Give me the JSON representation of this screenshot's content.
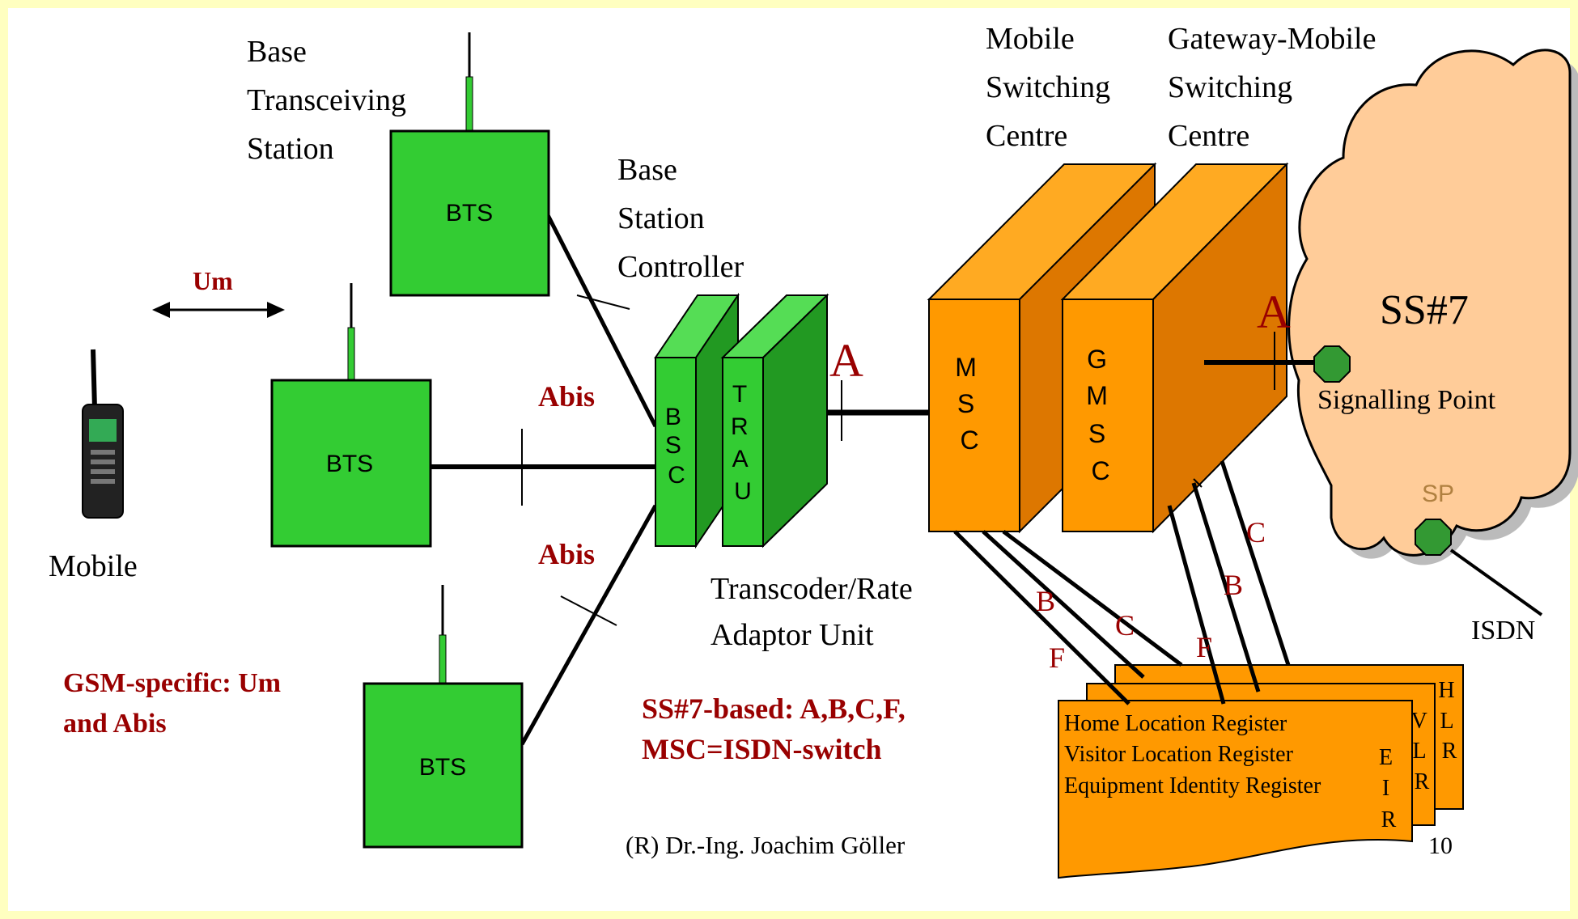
{
  "labels": {
    "bts_title_1": "Base",
    "bts_title_2": "Transceiving",
    "bts_title_3": "Station",
    "bsc_title_1": "Base",
    "bsc_title_2": "Station",
    "bsc_title_3": "Controller",
    "msc_title_1": "Mobile",
    "msc_title_2": "Switching",
    "msc_title_3": "Centre",
    "gmsc_title_1": "Gateway-Mobile",
    "gmsc_title_2": "Switching",
    "gmsc_title_3": "Centre",
    "bts": "BTS",
    "mobile": "Mobile",
    "um": "Um",
    "abis": "Abis",
    "a": "A",
    "b": "B",
    "c": "C",
    "f": "F",
    "bsc_v": [
      "B",
      "S",
      "C"
    ],
    "trau_v": [
      "T",
      "R",
      "A",
      "U"
    ],
    "msc_v": [
      "M",
      "S",
      "C"
    ],
    "gmsc_v": [
      "G",
      "M",
      "S",
      "C"
    ],
    "trau_caption_1": "Transcoder/Rate",
    "trau_caption_2": "Adaptor Unit",
    "gsm_note_1": "GSM-specific: Um",
    "gsm_note_2": "and Abis",
    "ss7_note_1": "SS#7-based: A,B,C,F,",
    "ss7_note_2": "MSC=ISDN-switch",
    "copyright": "(R) Dr.-Ing. Joachim Göller",
    "ss7": "SS#7",
    "signalling_point": "Signalling Point",
    "sp": "SP",
    "isdn": "ISDN",
    "hlr": "Home Location Register",
    "vlr": "Visitor Location Register",
    "eir": "Equipment Identity Register",
    "hlr_v": [
      "H",
      "L",
      "R"
    ],
    "vlr_v": [
      "V",
      "L",
      "R"
    ],
    "eir_v": [
      "E",
      "I",
      "R"
    ],
    "page_number": "10"
  },
  "colors": {
    "background_border": "#ffffc0",
    "bts_green": "#33cc33",
    "bsc_green_front": "#33cc33",
    "bsc_green_side": "#229922",
    "orange_front": "#ff9900",
    "orange_side": "#dd7700",
    "cloud": "#ffcc99",
    "cloud_shadow": "#cccccc",
    "accent_red": "#990000",
    "octagon": "#339933"
  }
}
